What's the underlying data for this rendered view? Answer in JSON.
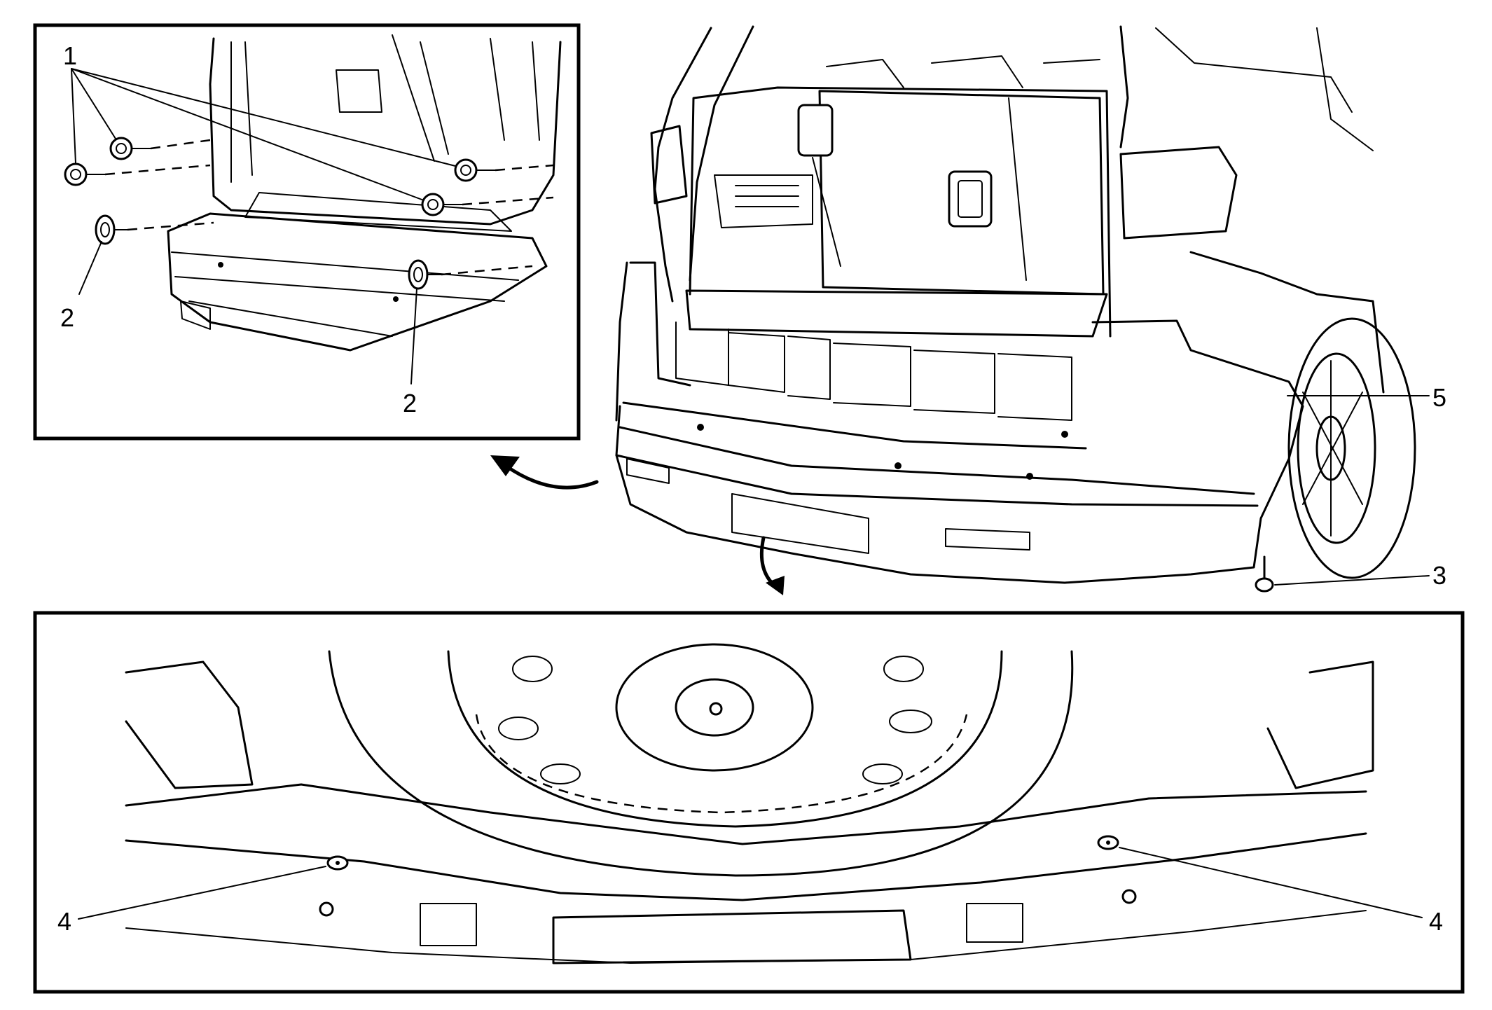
{
  "callouts": {
    "c1": "1",
    "c2a": "2",
    "c2b": "2",
    "c3": "3",
    "c4a": "4",
    "c4b": "4",
    "c5": "5"
  },
  "icons": [
    "curved-arrow-icon",
    "curved-arrow-icon"
  ]
}
